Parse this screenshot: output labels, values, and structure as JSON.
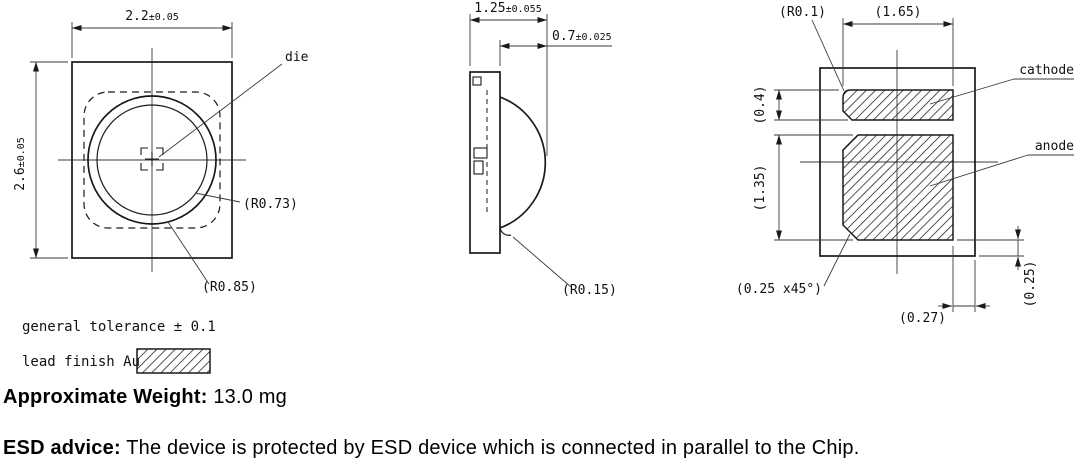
{
  "top_view": {
    "dim_width_value": "2.2",
    "dim_width_tol": "±0.05",
    "dim_height_value": "2.6",
    "dim_height_tol": "±0.05",
    "die_label": "die",
    "r_inner": "(R0.73)",
    "r_outer": "(R0.85)"
  },
  "side_view": {
    "dim_total_value": "1.25",
    "dim_total_tol": "±0.055",
    "dim_lens_value": "0.7",
    "dim_lens_tol": "±0.025",
    "r_tip": "(R0.15)"
  },
  "pad_view": {
    "r_corner": "(R0.1)",
    "dim_pad_width": "(1.65)",
    "dim_cathode_height": "(0.4)",
    "dim_anode_height": "(1.35)",
    "chamfer": "(0.25 x45°)",
    "dim_edge_gap_x": "(0.27)",
    "dim_edge_gap_y": "(0.25)",
    "cathode_label": "cathode",
    "anode_label": "anode"
  },
  "legend": {
    "general_tolerance": "general tolerance ± 0.1",
    "lead_finish": "lead finish Au"
  },
  "notes": {
    "weight_label": "Approximate Weight:",
    "weight_value": " 13.0 mg",
    "esd_label": "ESD advice:",
    "esd_text": " The device is protected by ESD device which is connected in parallel to the Chip."
  }
}
